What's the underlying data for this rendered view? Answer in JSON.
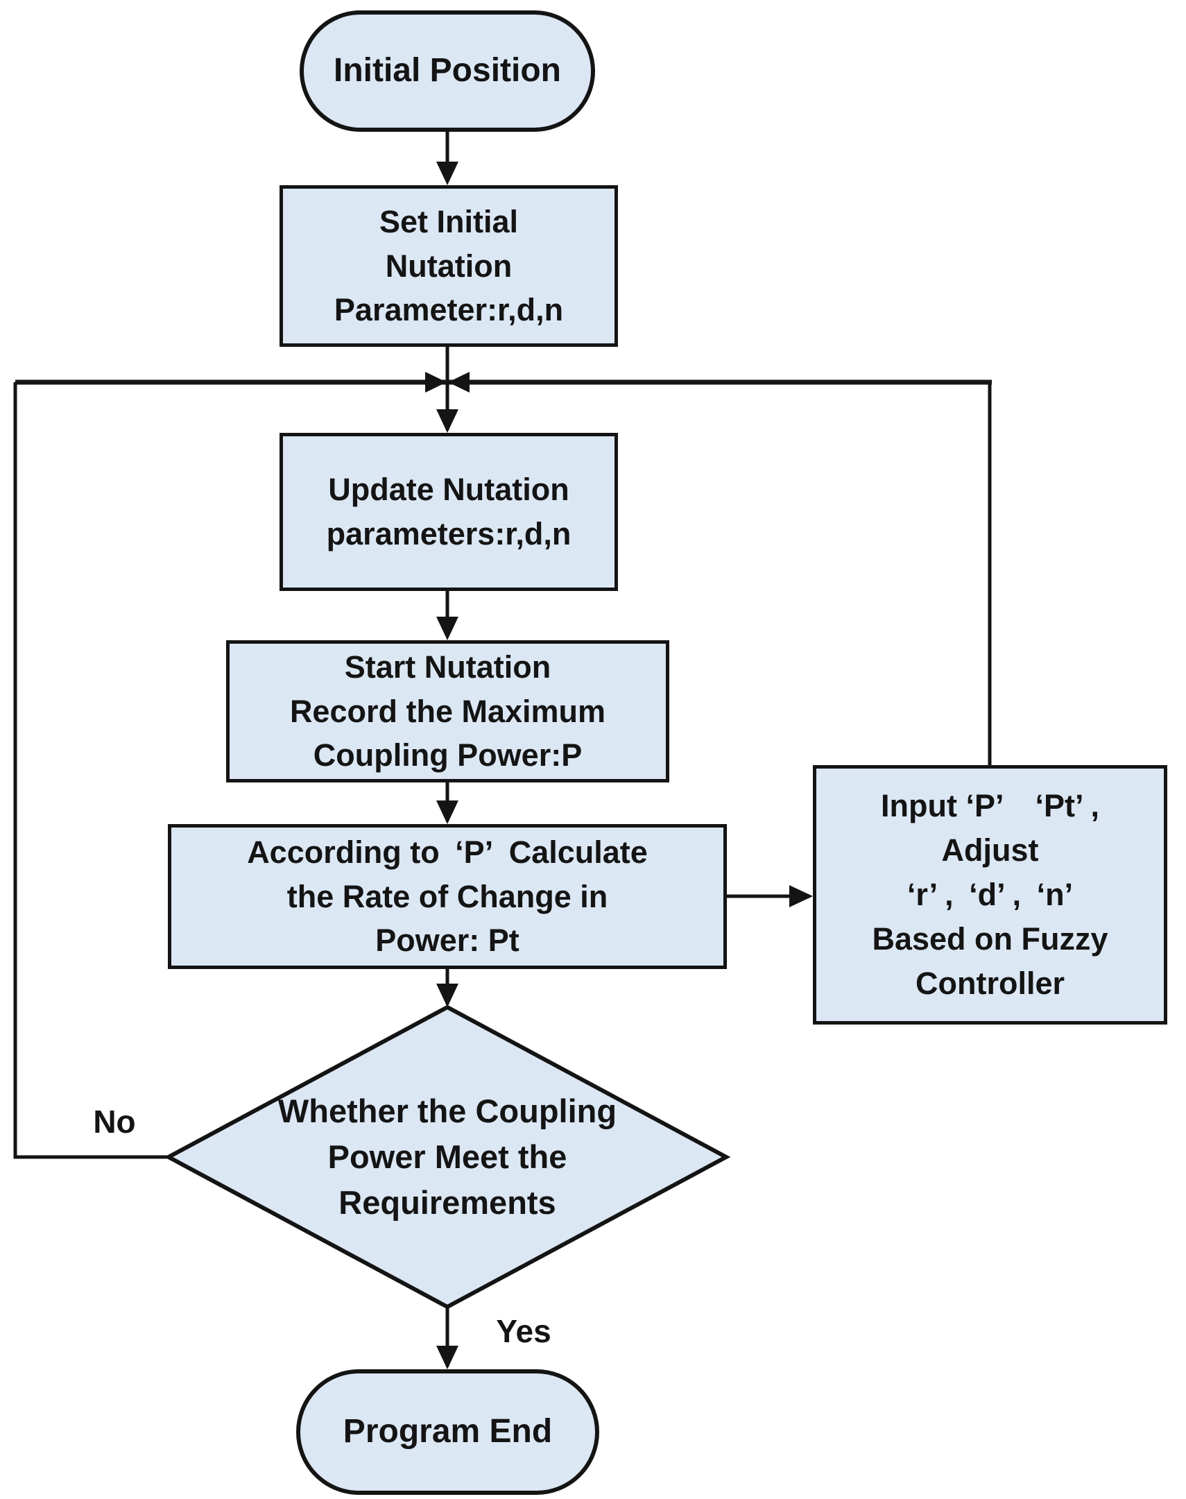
{
  "diagram": {
    "colors": {
      "node_fill": "#dce7f4",
      "stroke": "#141414",
      "text": "#141414"
    },
    "nodes": {
      "initial": {
        "type": "terminator",
        "label": "Initial Position"
      },
      "set_initial": {
        "type": "process",
        "label": "Set Initial\nNutation\nParameter:r,d,n"
      },
      "update": {
        "type": "process",
        "label": "Update Nutation\nparameters:r,d,n"
      },
      "start": {
        "type": "process",
        "label": "Start Nutation\nRecord the Maximum\nCoupling Power:P"
      },
      "according": {
        "type": "process",
        "label": "According to ‘P’ Calculate\nthe Rate of Change in\nPower: Pt"
      },
      "fuzzy": {
        "type": "process",
        "label": "Input ‘P’ ‘Pt’ ,\nAdjust\n‘r’ , ‘d’ , ‘n’\nBased on Fuzzy\nController"
      },
      "decision": {
        "type": "decision",
        "label": "Whether the Coupling\nPower Meet the\nRequirements"
      },
      "end": {
        "type": "terminator",
        "label": "Program End"
      }
    },
    "edge_labels": {
      "no": "No",
      "yes": "Yes"
    }
  }
}
